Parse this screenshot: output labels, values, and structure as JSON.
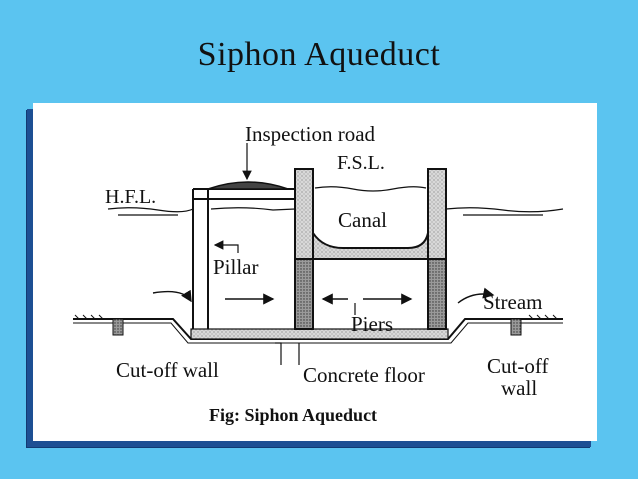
{
  "slide": {
    "title": "Siphon Aqueduct"
  },
  "diagram": {
    "labels": {
      "inspection_road": "Inspection road",
      "fsl": "F.S.L.",
      "hfl": "H.F.L.",
      "canal": "Canal",
      "pillar": "Pillar",
      "stream": "Stream",
      "piers": "Piers",
      "cutoff_left": "Cut-off wall",
      "concrete_floor": "Concrete floor",
      "cutoff_right_1": "Cut-off",
      "cutoff_right_2": "wall"
    },
    "caption": "Fig: Siphon Aqueduct"
  },
  "colors": {
    "background": "#5bc4f0",
    "frame_shadow": "#1d4f93",
    "concrete_fill": "#cfcfcf"
  }
}
